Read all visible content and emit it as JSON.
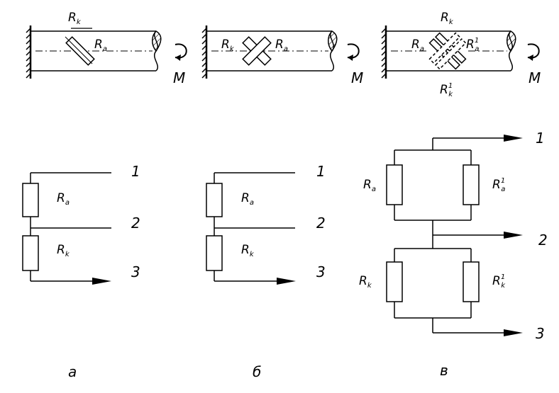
{
  "labels": {
    "R": "R",
    "a": "a",
    "k": "k",
    "prime": "1",
    "moment": "M",
    "terminal_1": "1",
    "terminal_2": "2",
    "terminal_3": "3"
  },
  "captions": {
    "a": "а",
    "b": "б",
    "v": "в"
  },
  "colors": {
    "stroke": "#000000",
    "background": "#ffffff"
  }
}
